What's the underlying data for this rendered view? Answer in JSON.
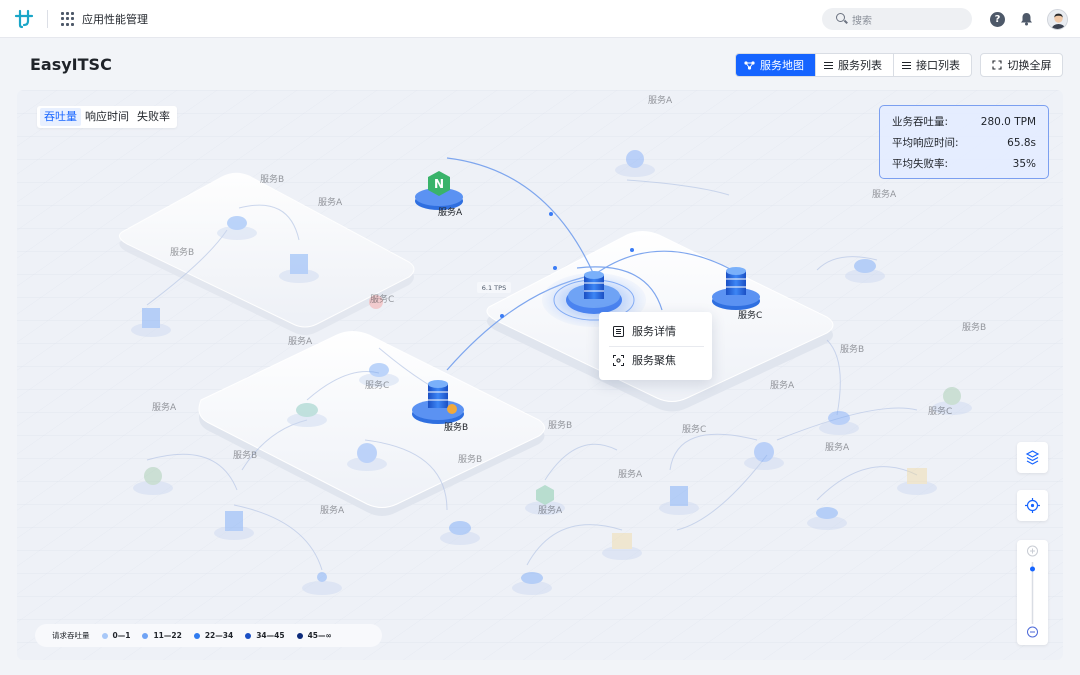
{
  "app": {
    "title": "应用性能管理"
  },
  "search": {
    "placeholder": "搜索"
  },
  "page": {
    "title": "EasyITSC"
  },
  "views": [
    {
      "label": "服务地图",
      "icon": "topology-icon",
      "active": true
    },
    {
      "label": "服务列表",
      "icon": "list-icon",
      "active": false
    },
    {
      "label": "接口列表",
      "icon": "list-icon",
      "active": false
    }
  ],
  "fullscreen": {
    "label": "切换全屏"
  },
  "metric_tabs": [
    {
      "label": "吞吐量",
      "active": true
    },
    {
      "label": "响应时间",
      "active": false
    },
    {
      "label": "失败率",
      "active": false
    }
  ],
  "stats": [
    {
      "label": "业务吞吐量:",
      "value": "280.0 TPM"
    },
    {
      "label": "平均响应时间:",
      "value": "65.8s"
    },
    {
      "label": "平均失败率:",
      "value": "35%"
    }
  ],
  "nodes": {
    "main": [
      "服务A",
      "服务B",
      "服务C"
    ],
    "faded": [
      "服务B",
      "服务A",
      "服务B",
      "服务A",
      "服务A",
      "服务C",
      "服务A",
      "服务C",
      "服务A",
      "服务B",
      "服务A",
      "服务B",
      "服务B",
      "服务A",
      "服务A",
      "服务C",
      "服务A",
      "服务B",
      "服务A",
      "服务C",
      "服务B"
    ]
  },
  "edges": {
    "tps_label": "6.1 TPS"
  },
  "context_menu": [
    {
      "label": "服务详情",
      "icon": "detail-icon"
    },
    {
      "label": "服务聚焦",
      "icon": "focus-icon"
    }
  ],
  "legend": {
    "title": "请求吞吐量",
    "ranges": [
      {
        "label": "0—1",
        "color": "#a8c8f8"
      },
      {
        "label": "11—22",
        "color": "#6fa3f5"
      },
      {
        "label": "22—34",
        "color": "#2f7bf0"
      },
      {
        "label": "34—45",
        "color": "#1a4fc4"
      },
      {
        "label": "45—∞",
        "color": "#0c2a7a"
      }
    ]
  }
}
